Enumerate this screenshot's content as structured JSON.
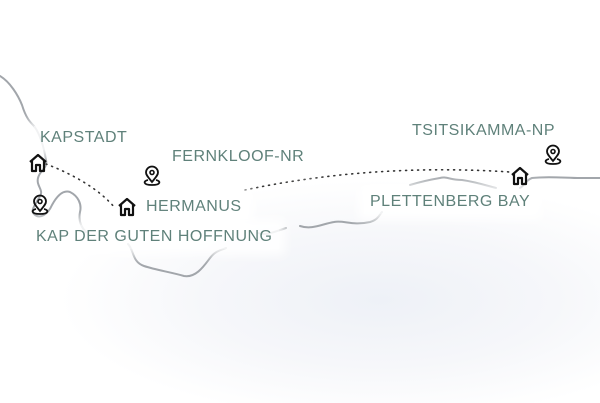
{
  "places": {
    "kapstadt": "KAPSTADT",
    "fernkloof": "FERNKLOOF-NR",
    "hermanus": "HERMANUS",
    "kap": "KAP DER GUTEN HOFFNUNG",
    "plettenberg": "PLETTENBERG BAY",
    "tsitsikamma": "TSITSIKAMMA-NP"
  },
  "colors": {
    "label": "#5f817a",
    "coast": "#9a9ea3",
    "route": "#333333"
  }
}
